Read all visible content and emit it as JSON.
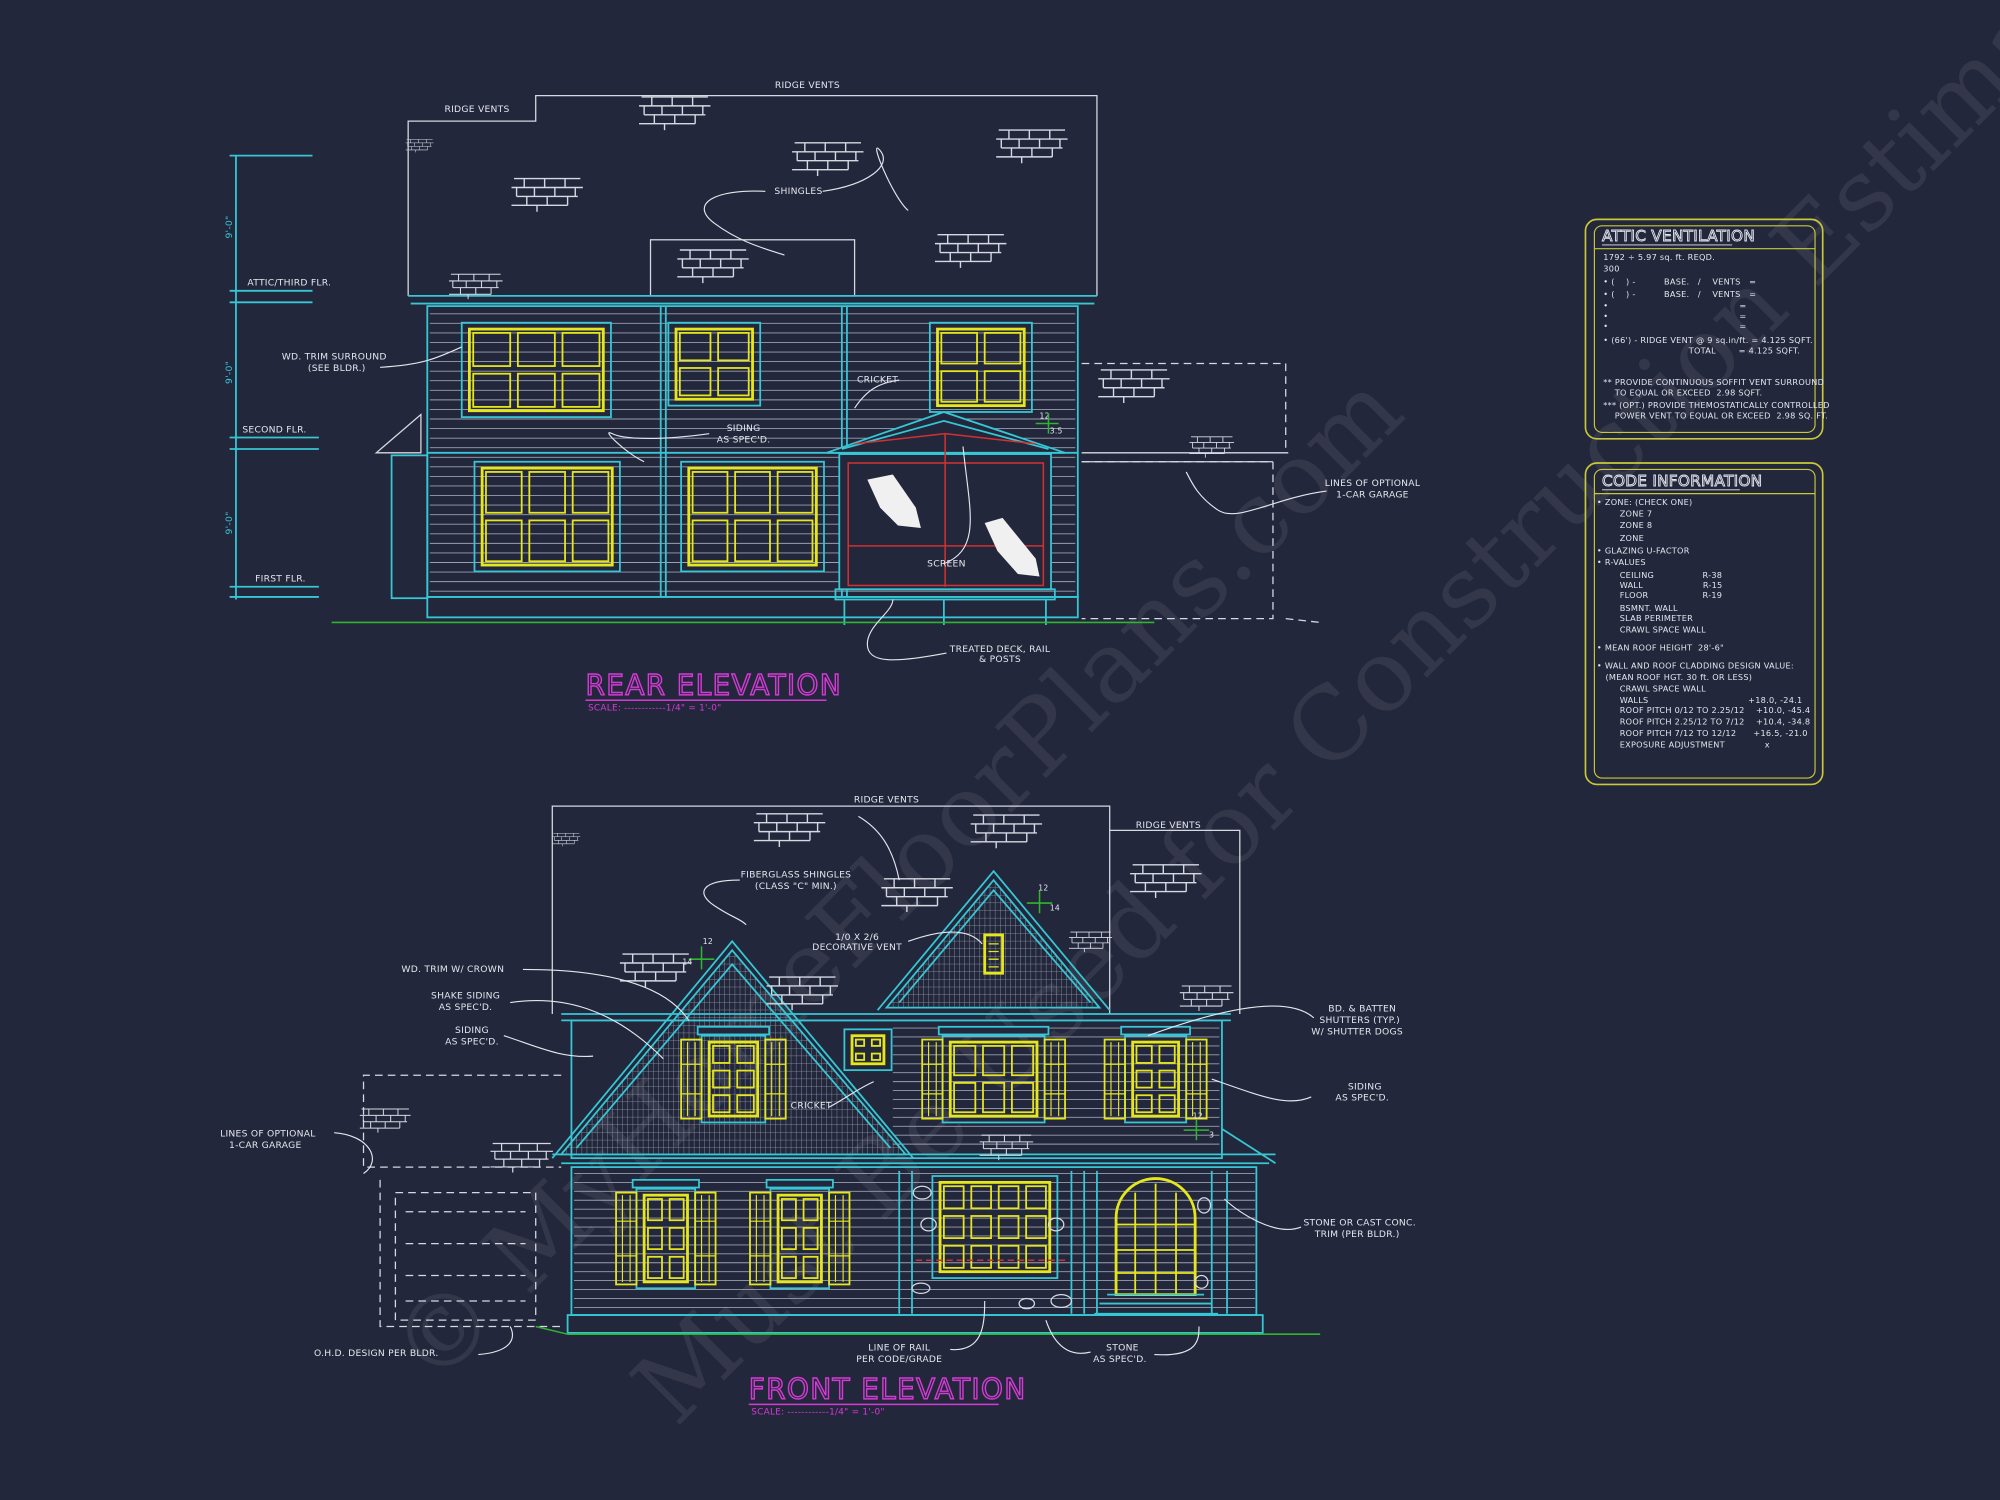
{
  "colors": {
    "background": "#23273b",
    "linework": "#d6d9e2",
    "trim": "#36c6d4",
    "windows": "#e6e61c",
    "titles": "#d63ad6",
    "ground": "#2fb52f",
    "screen": "#d03232",
    "schedule_border": "#c9c938"
  },
  "watermark": [
    "© MyHomeFloorPlans.com",
    "Must Be Used for Construction Estimations"
  ],
  "rear": {
    "title": "REAR ELEVATION",
    "scale": "SCALE: ------------1/4\" = 1'-0\"",
    "ridge_vents_upper": "RIDGE VENTS",
    "ridge_vents_left": "RIDGE VENTS",
    "shingles": "SHINGLES",
    "wd_trim": [
      "WD. TRIM SURROUND",
      "(SEE BLDR.)"
    ],
    "cricket": "CRICKET",
    "siding": [
      "SIDING",
      "AS SPEC'D."
    ],
    "screen": "SCREEN",
    "pitch": [
      "12",
      "3.5"
    ],
    "garage": [
      "LINES OF OPTIONAL",
      "1-CAR GARAGE"
    ],
    "deck": [
      "TREATED DECK, RAIL",
      "& POSTS"
    ],
    "dimensions": [
      "9'-0\"",
      "9'-0\"",
      "9'-0\""
    ],
    "levels": [
      "ATTIC/THIRD FLR.",
      "SECOND FLR.",
      "FIRST FLR."
    ]
  },
  "front": {
    "title": "FRONT ELEVATION",
    "scale": "SCALE: ------------1/4\" = 1'-0\"",
    "ridge_vents_main": "RIDGE VENTS",
    "ridge_vents_right": "RIDGE VENTS",
    "fiberglass": [
      "FIBERGLASS SHINGLES",
      "(CLASS \"C\" MIN.)"
    ],
    "deco_vent": [
      "1/0 X 2/6",
      "DECORATIVE VENT"
    ],
    "wd_trim_crown": "WD. TRIM W/ CROWN",
    "shake_siding": [
      "SHAKE SIDING",
      "AS SPEC'D."
    ],
    "siding_left": [
      "SIDING",
      "AS SPEC'D."
    ],
    "shutters": [
      "BD. & BATTEN",
      "SHUTTERS (TYP.)",
      "W/ SHUTTER DOGS"
    ],
    "siding_right": [
      "SIDING",
      "AS SPEC'D."
    ],
    "cricket": "CRICKET",
    "garage": [
      "LINES OF OPTIONAL",
      "1-CAR GARAGE"
    ],
    "stone_trim": [
      "STONE OR CAST CONC.",
      "TRIM (PER BLDR.)"
    ],
    "ohd": "O.H.D. DESIGN PER BLDR.",
    "rail": [
      "LINE OF RAIL",
      "PER CODE/GRADE"
    ],
    "stone": [
      "STONE",
      "AS SPEC'D."
    ],
    "pitch_left": [
      "12",
      "14"
    ],
    "pitch_right": [
      "12",
      "14"
    ],
    "pitch_porch": [
      "12",
      "3"
    ]
  },
  "attic_ventilation": {
    "title": "ATTIC VENTILATION",
    "lines": [
      "1792 ÷ 5.97 sq. ft. REQD.",
      "300",
      "• (    ) -          BASE.   /    VENTS   =",
      "• (    ) -          BASE.   /    VENTS   =",
      "•                                              =",
      "•                                              =",
      "•                                              =",
      "• (66') - RIDGE VENT @ 9 sq.in/ft. = 4.125 SQFT.",
      "                              TOTAL        = 4.125 SQFT.",
      "** PROVIDE CONTINUOUS SOFFIT VENT SURROUND",
      "    TO EQUAL OR EXCEED  2.98 SQFT.",
      "*** (OPT.) PROVIDE THEMOSTATICALLY CONTROLLED",
      "    POWER VENT TO EQUAL OR EXCEED  2.98 SQ. FT."
    ]
  },
  "code_information": {
    "title": "CODE INFORMATION",
    "lines": [
      "• ZONE: (CHECK ONE)",
      "        ZONE 7",
      "        ZONE 8",
      "        ZONE",
      "• GLAZING U-FACTOR",
      "• R-VALUES",
      "        CEILING                 R-38",
      "        WALL                     R-15",
      "        FLOOR                   R-19",
      "        BSMNT. WALL",
      "        SLAB PERIMETER",
      "        CRAWL SPACE WALL",
      "• MEAN ROOF HEIGHT  28'-6\"",
      "• WALL AND ROOF CLADDING DESIGN VALUE:",
      "   (MEAN ROOF HGT. 30 ft. OR LESS)",
      "        CRAWL SPACE WALL",
      "        WALLS                                   +18.0, -24.1",
      "        ROOF PITCH 0/12 TO 2.25/12    +10.0, -45.4",
      "        ROOF PITCH 2.25/12 TO 7/12    +10.4, -34.8",
      "        ROOF PITCH 7/12 TO 12/12      +16.5, -21.0",
      "        EXPOSURE ADJUSTMENT              x"
    ]
  }
}
